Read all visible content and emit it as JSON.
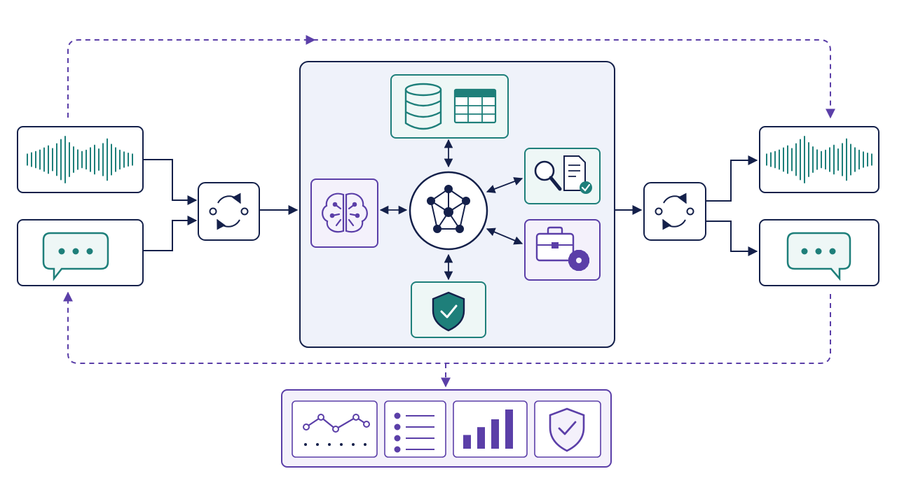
{
  "colors": {
    "navy": "#14204a",
    "teal": "#1e7f7a",
    "purple": "#5b3fa8",
    "core_fill": "#eff2fa",
    "node_fill": "#ffffff",
    "soft_teal_fill": "#eef7f6",
    "soft_purple_fill": "#f4f1fb"
  },
  "nodes": {
    "input_audio": {
      "icon": "audio-waveform-icon"
    },
    "input_chat": {
      "icon": "chat-bubble-icon"
    },
    "input_router": {
      "icon": "sync-cycle-icon"
    },
    "core": {
      "brain": {
        "icon": "brain-circuit-icon"
      },
      "hub": {
        "icon": "network-graph-icon"
      },
      "data": {
        "icons": [
          "database-icon",
          "table-grid-icon"
        ]
      },
      "search": {
        "icons": [
          "magnifier-icon",
          "document-check-icon"
        ]
      },
      "tools": {
        "icons": [
          "toolbox-icon",
          "gear-icon"
        ]
      },
      "guard": {
        "icon": "shield-check-icon"
      }
    },
    "output_router": {
      "icon": "sync-cycle-icon"
    },
    "output_audio": {
      "icon": "audio-waveform-icon"
    },
    "output_chat": {
      "icon": "chat-bubble-icon"
    },
    "monitoring": {
      "icons": [
        "line-chart-icon",
        "checklist-icon",
        "bar-chart-icon",
        "shield-check-icon"
      ],
      "bars": [
        0.35,
        0.55,
        0.75,
        1.0
      ]
    }
  }
}
